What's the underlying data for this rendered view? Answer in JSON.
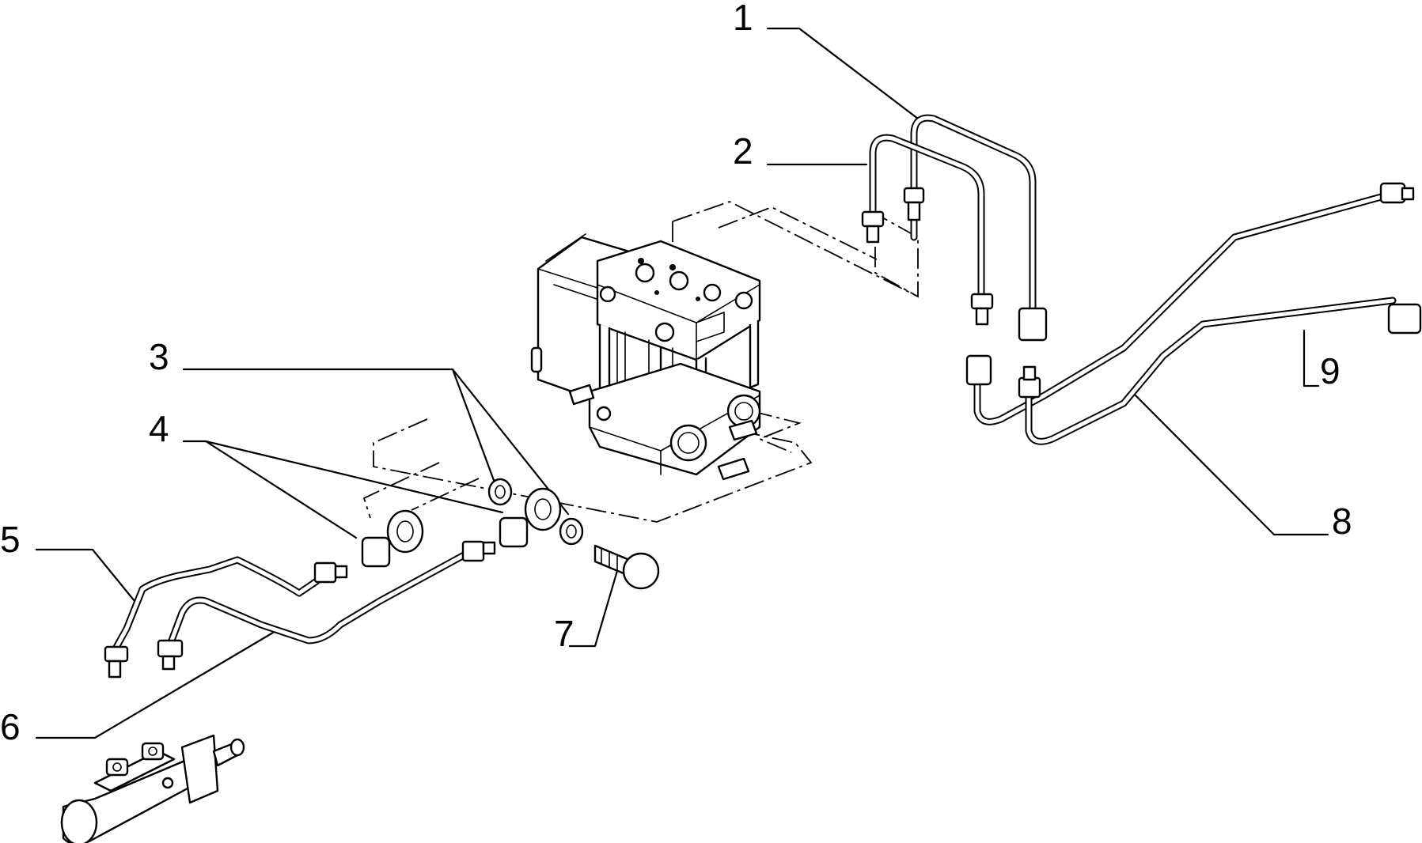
{
  "callouts": [
    {
      "id": "1",
      "text": "1"
    },
    {
      "id": "2",
      "text": "2"
    },
    {
      "id": "3",
      "text": "3"
    },
    {
      "id": "4",
      "text": "4"
    },
    {
      "id": "5",
      "text": "5"
    },
    {
      "id": "6",
      "text": "6"
    },
    {
      "id": "7",
      "text": "7"
    },
    {
      "id": "8",
      "text": "8"
    },
    {
      "id": "9",
      "text": "9"
    }
  ],
  "parts": [
    {
      "name": "hydraulic-unit"
    },
    {
      "name": "master-cylinder"
    },
    {
      "name": "brake-pipe"
    },
    {
      "name": "banjo-union"
    },
    {
      "name": "sealing-washer"
    },
    {
      "name": "banjo-bolt"
    }
  ]
}
